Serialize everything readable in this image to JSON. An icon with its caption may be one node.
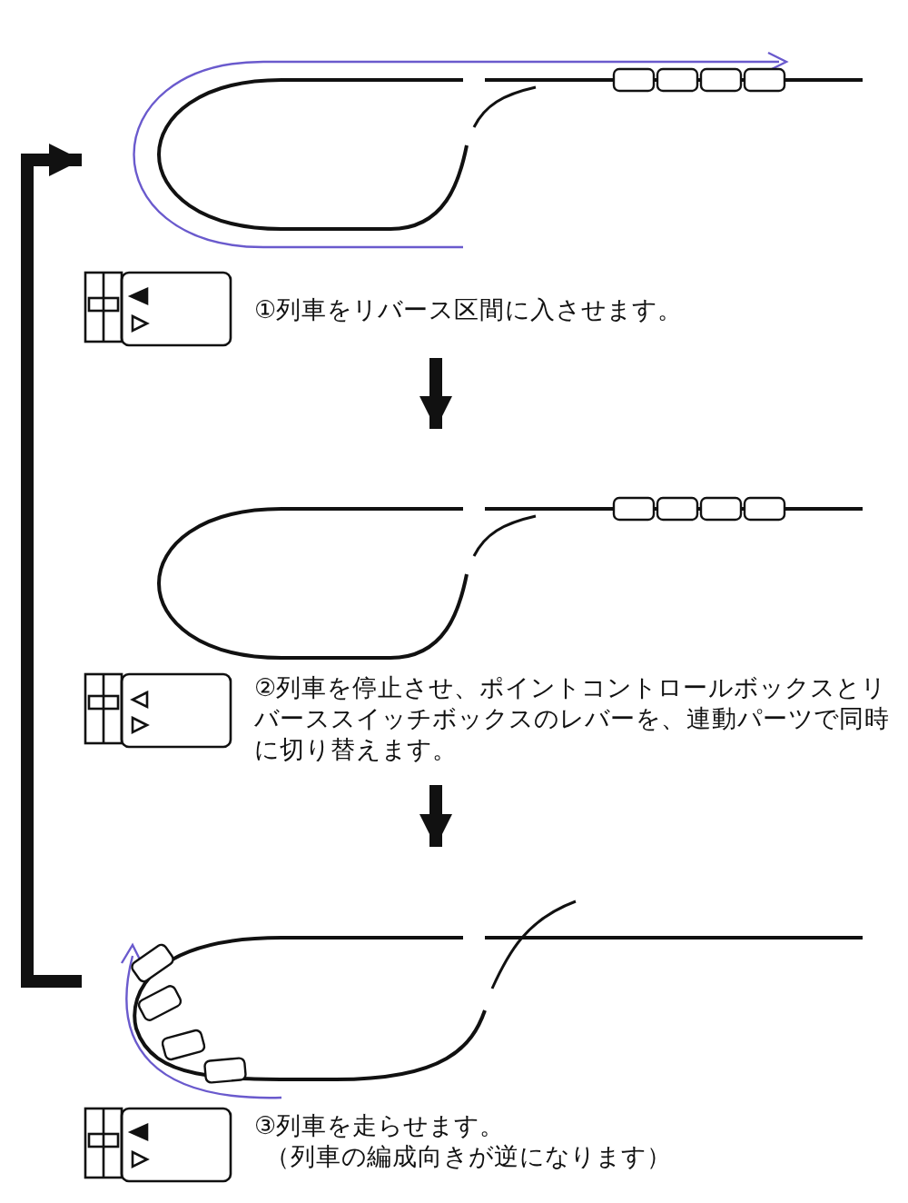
{
  "diagram": {
    "nodes": [
      {
        "text": [
          "①列車をリバース区間に入させます。"
        ]
      },
      {
        "text": [
          "②列車を停止させ、ポイントコントロールボックスとリバーススイッチボックスのレバーを、連動パーツで同時に切り替えます。"
        ]
      },
      {
        "text": [
          "③列車を走らせます。",
          "（列車の編成向きが逆になります）"
        ]
      }
    ],
    "edges": [
      {
        "from": 0,
        "to": 1,
        "arrow": "to"
      },
      {
        "from": 1,
        "to": 2,
        "arrow": "to"
      },
      {
        "from": 2,
        "to": 0,
        "arrow": "to"
      }
    ]
  }
}
